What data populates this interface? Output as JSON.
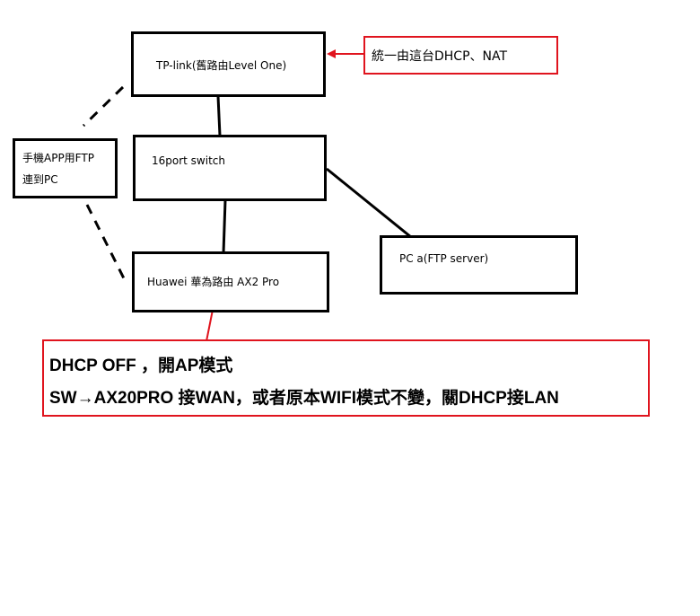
{
  "nodes": {
    "tplink": "TP-link(舊路由Level One)",
    "switch": "16port switch",
    "phone_line1": "手機APP用FTP",
    "phone_line2": "連到PC",
    "pc": "PC a(FTP server)",
    "huawei": "Huawei 華為路由 AX2 Pro"
  },
  "notes": {
    "top": "統一由這台DHCP、NAT",
    "bottom_line1": "DHCP OFF ，開AP模式",
    "bottom_line2": "SW→AX20PRO 接WAN，或者原本WIFI模式不變，關DHCP接LAN"
  },
  "colors": {
    "accent": "#e0141e",
    "stroke": "#000000"
  }
}
